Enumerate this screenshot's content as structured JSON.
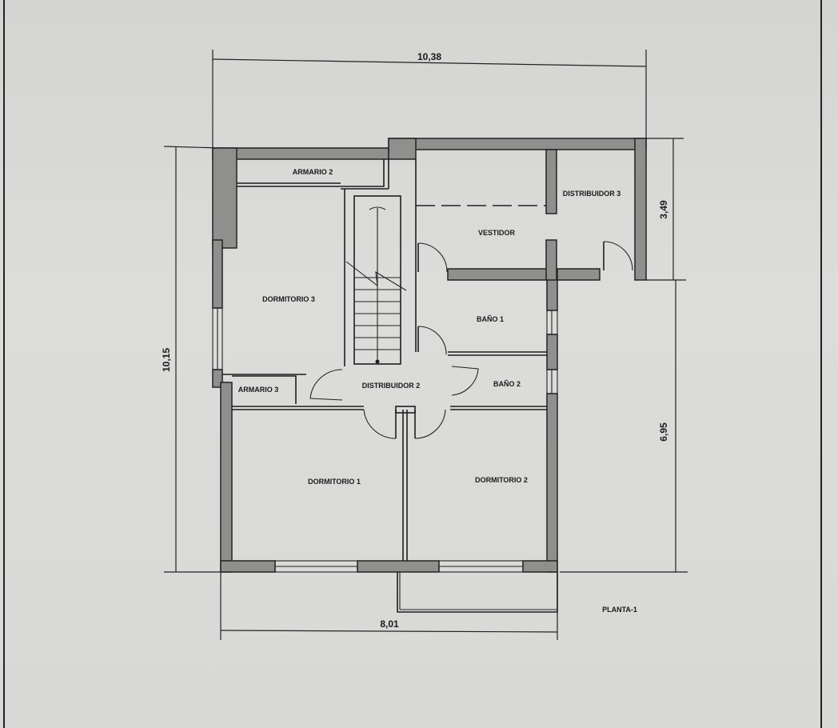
{
  "plan": {
    "title": "PLANTA-1",
    "dimensions": {
      "total_width": "10,38",
      "total_height": "10,15",
      "upper_right_height": "3,49",
      "lower_right_height": "6,95",
      "bottom_width": "8,01"
    },
    "rooms": {
      "armario2": "ARMARIO 2",
      "dormitorio3": "DORMITORIO 3",
      "armario3": "ARMARIO 3",
      "distribuidor2": "DISTRIBUIDOR 2",
      "distribuidor3": "DISTRIBUIDOR 3",
      "vestidor": "VESTIDOR",
      "bano1": "BAÑO 1",
      "bano2": "BAÑO 2",
      "dormitorio1": "DORMITORIO 1",
      "dormitorio2": "DORMITORIO 2"
    }
  },
  "colors": {
    "paper": "#d6d6d4",
    "wall_fill": "#8f8f8d",
    "line": "#1e1e1e"
  }
}
